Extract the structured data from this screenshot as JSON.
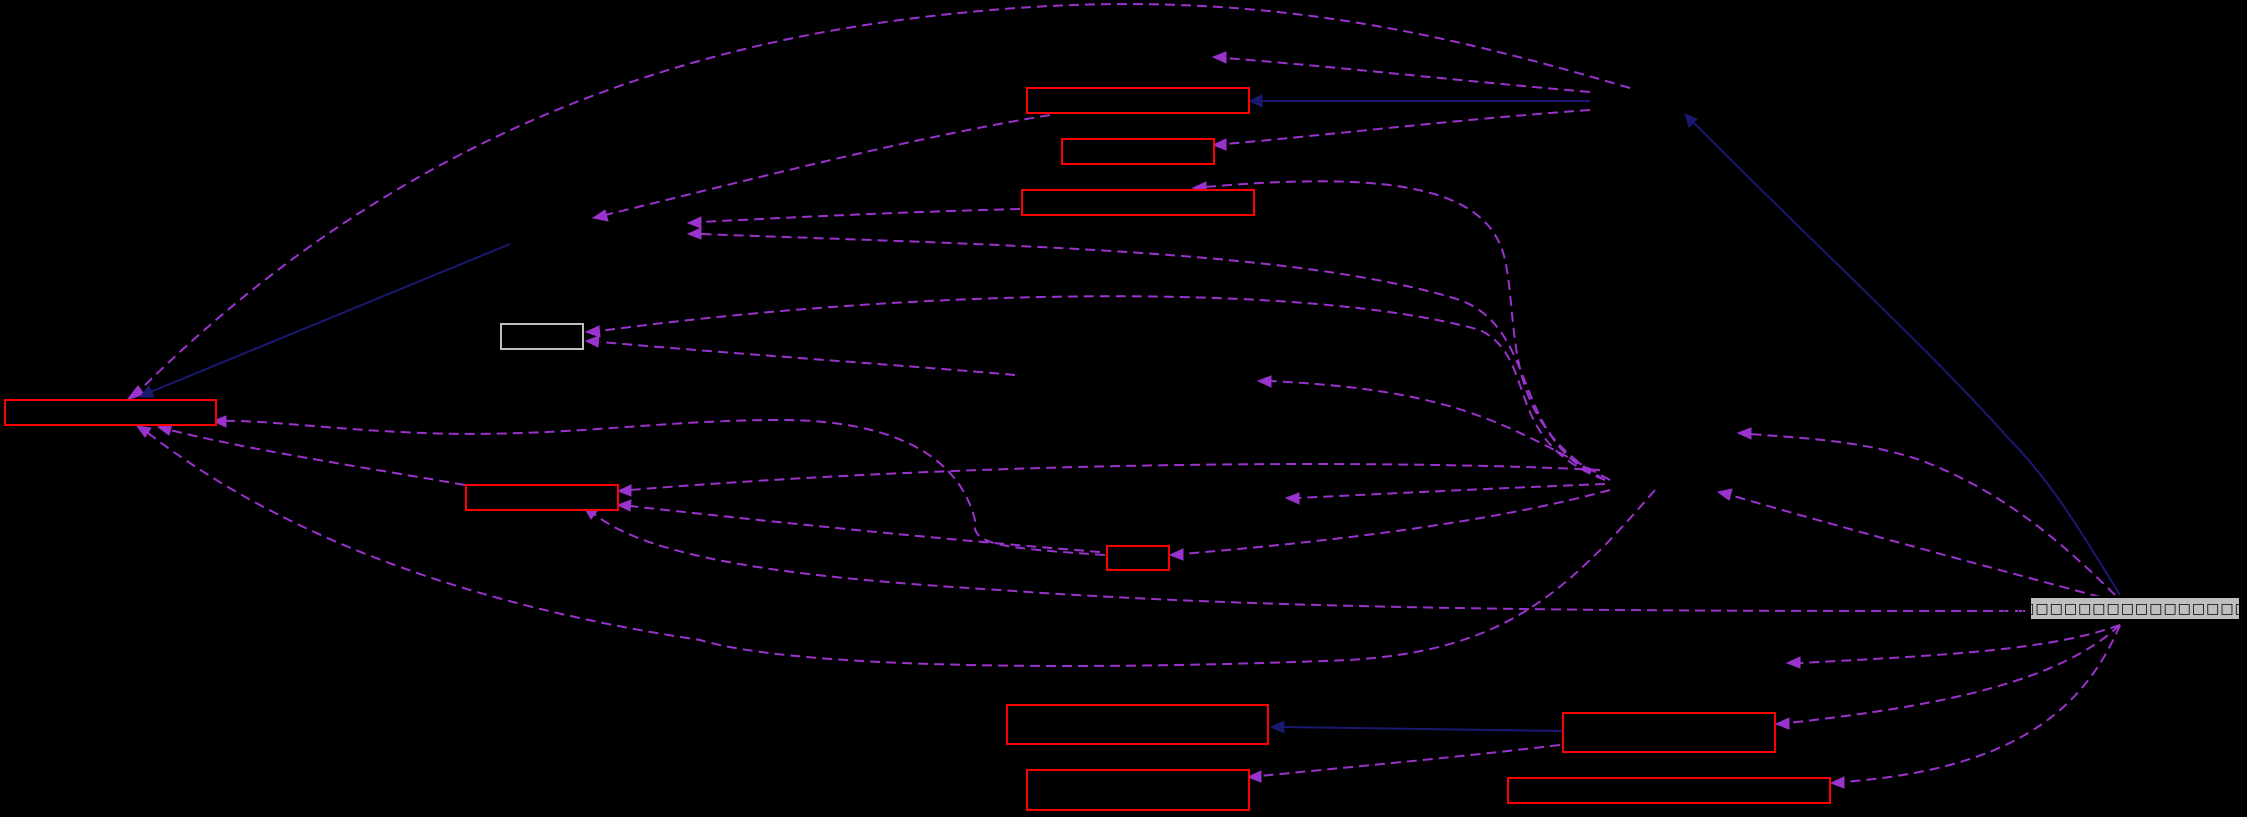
{
  "diagram": {
    "title": "",
    "background": "#000000",
    "colors": {
      "dependency_edge": "#9a32cd",
      "inheritance_edge": "#191970",
      "highlight_border": "#ff0000",
      "plain_border": "#bfbfbf",
      "root_fill": "#bfbfbf"
    },
    "root_node": {
      "label": "□□□□□□□□□□□□□□□□□□□□"
    },
    "nodes": [
      {
        "id": "n_left",
        "label": ""
      },
      {
        "id": "n_top1",
        "label": ""
      },
      {
        "id": "n_top2",
        "label": ""
      },
      {
        "id": "n_top3",
        "label": ""
      },
      {
        "id": "n_white",
        "label": ""
      },
      {
        "id": "n_mid",
        "label": ""
      },
      {
        "id": "n_small",
        "label": ""
      },
      {
        "id": "n_bot1",
        "label": ""
      },
      {
        "id": "n_bot2",
        "label": ""
      },
      {
        "id": "n_bot3",
        "label": ""
      },
      {
        "id": "n_bot4",
        "label": ""
      }
    ]
  }
}
